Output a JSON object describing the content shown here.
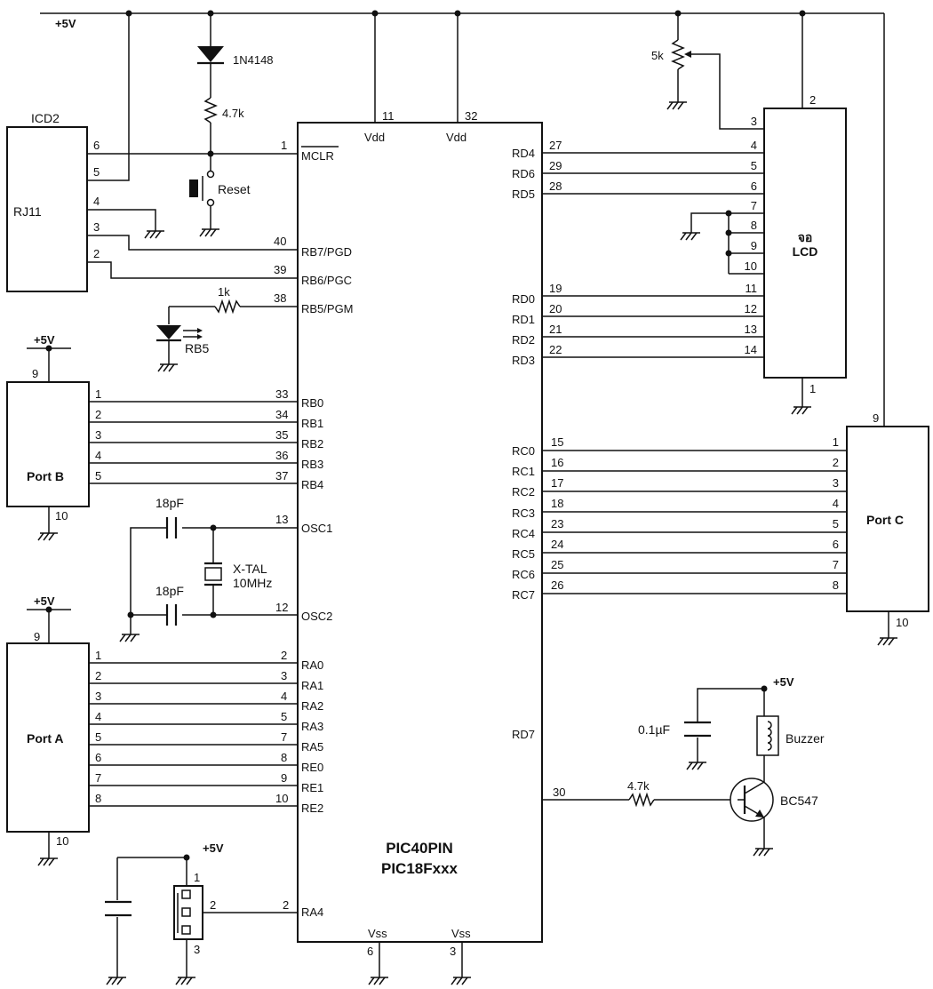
{
  "power": {
    "vcc_label": "+5V"
  },
  "mcu": {
    "name": "PIC40PIN",
    "family": "PIC18Fxxx",
    "vdd_label": "Vdd",
    "vss_label": "Vss",
    "vdd_pins": [
      "11",
      "32"
    ],
    "vss_pins": [
      "6",
      "3"
    ],
    "left_pins": [
      {
        "num": "1",
        "label": "MCLR"
      },
      {
        "num": "40",
        "label": "RB7/PGD"
      },
      {
        "num": "39",
        "label": "RB6/PGC"
      },
      {
        "num": "38",
        "label": "RB5/PGM"
      },
      {
        "num": "33",
        "label": "RB0"
      },
      {
        "num": "34",
        "label": "RB1"
      },
      {
        "num": "35",
        "label": "RB2"
      },
      {
        "num": "36",
        "label": "RB3"
      },
      {
        "num": "37",
        "label": "RB4"
      },
      {
        "num": "13",
        "label": "OSC1"
      },
      {
        "num": "12",
        "label": "OSC2"
      },
      {
        "num": "2",
        "label": "RA0"
      },
      {
        "num": "3",
        "label": "RA1"
      },
      {
        "num": "4",
        "label": "RA2"
      },
      {
        "num": "5",
        "label": "RA3"
      },
      {
        "num": "7",
        "label": "RA5"
      },
      {
        "num": "8",
        "label": "RE0"
      },
      {
        "num": "9",
        "label": "RE1"
      },
      {
        "num": "10",
        "label": "RE2"
      },
      {
        "num": "2",
        "label": "RA4"
      }
    ],
    "right_pins": [
      {
        "num": "27",
        "label": "RD4"
      },
      {
        "num": "29",
        "label": "RD6"
      },
      {
        "num": "28",
        "label": "RD5"
      },
      {
        "num": "19",
        "label": "RD0"
      },
      {
        "num": "20",
        "label": "RD1"
      },
      {
        "num": "21",
        "label": "RD2"
      },
      {
        "num": "22",
        "label": "RD3"
      },
      {
        "num": "15",
        "label": "RC0"
      },
      {
        "num": "16",
        "label": "RC1"
      },
      {
        "num": "17",
        "label": "RC2"
      },
      {
        "num": "18",
        "label": "RC3"
      },
      {
        "num": "23",
        "label": "RC4"
      },
      {
        "num": "24",
        "label": "RC5"
      },
      {
        "num": "25",
        "label": "RC6"
      },
      {
        "num": "26",
        "label": "RC7"
      },
      {
        "num": "",
        "label": "RD7"
      },
      {
        "num": "30",
        "label": ""
      }
    ]
  },
  "icd2": {
    "title": "ICD2",
    "label": "RJ11",
    "pins": [
      "6",
      "5",
      "4",
      "3",
      "2"
    ]
  },
  "lcd": {
    "label_thai": "จอ",
    "label": "LCD",
    "top_pin": "2",
    "bottom_pin": "1",
    "pins": [
      "3",
      "4",
      "5",
      "6",
      "7",
      "8",
      "9",
      "10",
      "11",
      "12",
      "13",
      "14"
    ]
  },
  "port_b": {
    "label": "Port B",
    "vcc_pin": "9",
    "gnd_pin": "10",
    "pins": [
      "1",
      "2",
      "3",
      "4",
      "5"
    ]
  },
  "port_a": {
    "label": "Port A",
    "vcc_pin": "9",
    "gnd_pin": "10",
    "pins": [
      "1",
      "2",
      "3",
      "4",
      "5",
      "6",
      "7",
      "8"
    ]
  },
  "port_c": {
    "label": "Port C",
    "vcc_pin": "9",
    "gnd_pin": "10",
    "pins": [
      "1",
      "2",
      "3",
      "4",
      "5",
      "6",
      "7",
      "8"
    ]
  },
  "components": {
    "diode": "1N4148",
    "r_mclr": "4.7k",
    "reset": "Reset",
    "r_led": "1k",
    "led": "RB5",
    "cap1": "18pF",
    "cap2": "18pF",
    "xtal": "X-TAL",
    "xtal_freq": "10MHz",
    "pot": "5k",
    "cap_buzzer": "0.1µF",
    "buzzer": "Buzzer",
    "r_base": "4.7k",
    "transistor": "BC547",
    "jumper_pins": [
      "1",
      "2",
      "3"
    ],
    "jumper_ra4_pin": "2"
  }
}
